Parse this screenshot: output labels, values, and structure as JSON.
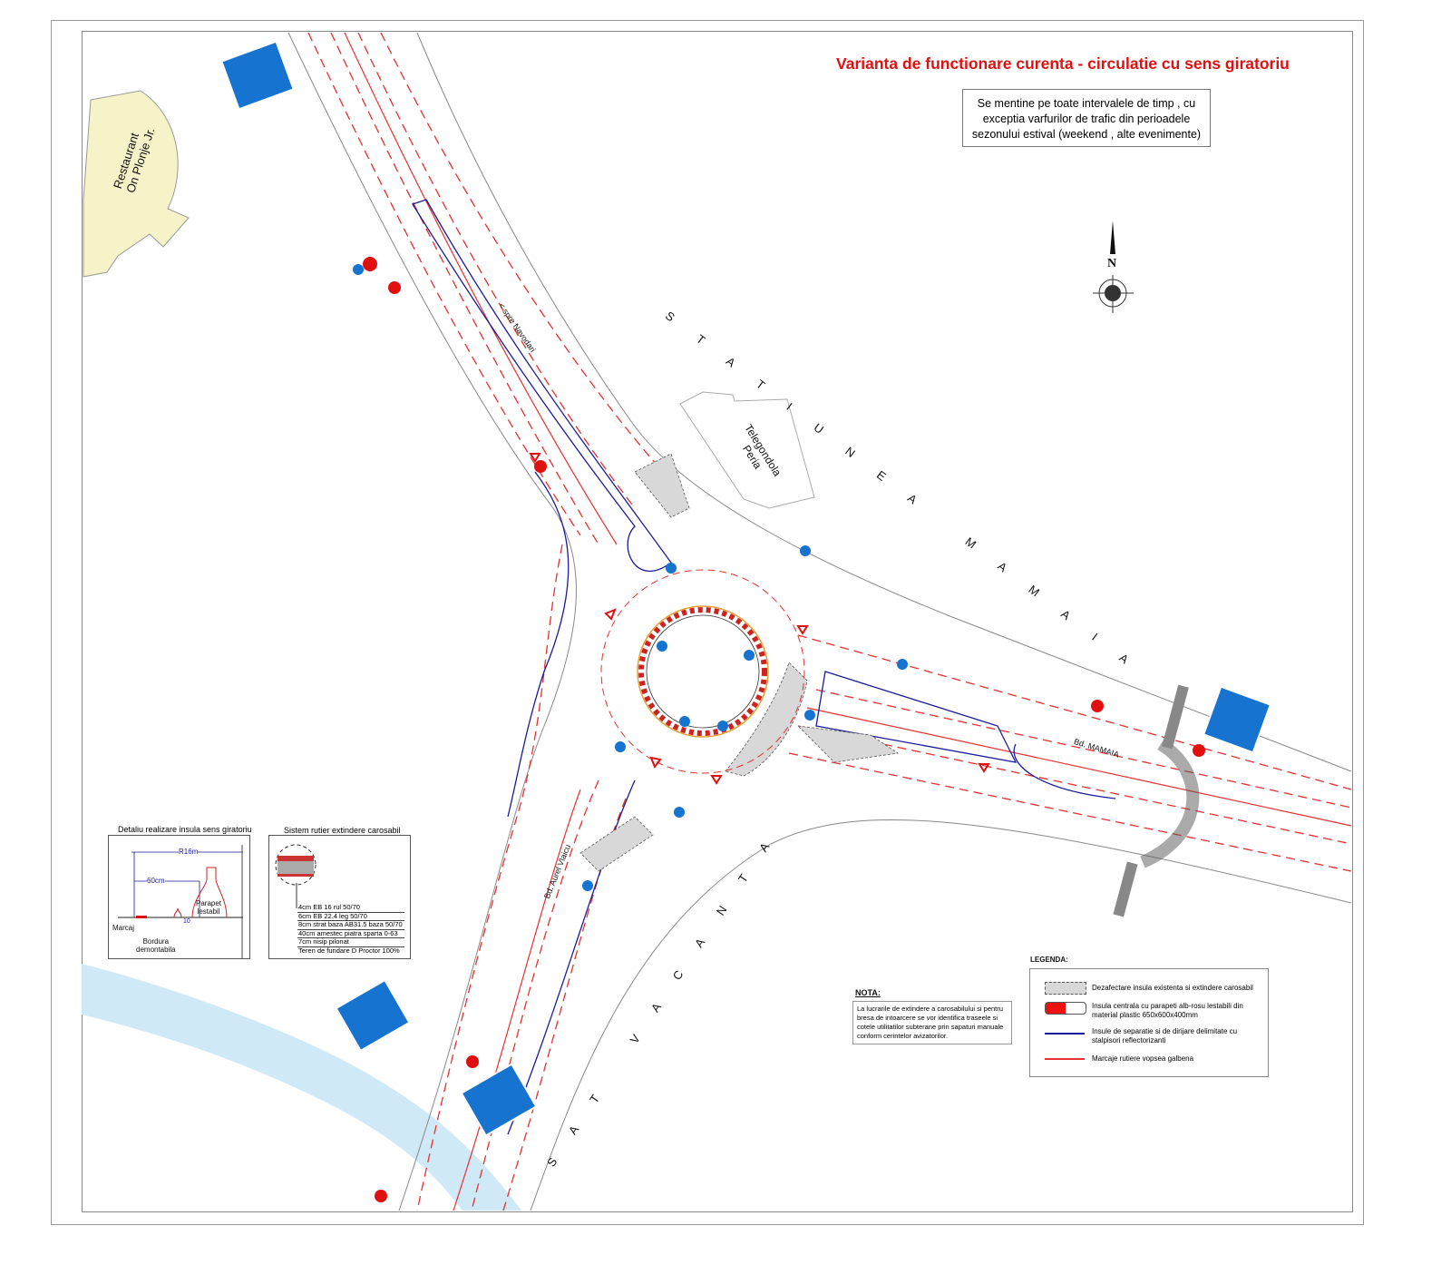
{
  "title": "Varianta de functionare curenta - circulatie cu sens giratoriu",
  "note_box": {
    "lines": [
      "Se mentine pe toate intervalele de timp , cu",
      "exceptia varfurilor de trafic din perioadele",
      "sezonului estival (weekend , alte evenimente)"
    ]
  },
  "north_label": "N",
  "map_labels": {
    "statiunea": "STATIUNEA MAMAIA",
    "sat_vacanta": "SAT VACANTA",
    "restaurant_1": "Restaurant",
    "restaurant_2": "On Plonje Jr.",
    "telegondola_1": "Telegondola",
    "telegondola_2": "Peria",
    "spre_navodari": "< spre Navodari",
    "bd_mamaia": "Bd. MAMAIA",
    "bd_aurel_vlaicu": "Bd. Aurel Vlaicu"
  },
  "detail_insula": {
    "title": "Detaliu realizare insula sens giratoriu",
    "r_label": "R16m",
    "dist_label": "60cm",
    "gap_label": "10",
    "parapet_1": "Parapet",
    "parapet_2": "lestabil",
    "marcaj": "Marcaj",
    "bordura_1": "Bordura",
    "bordura_2": "demontabila"
  },
  "detail_sistem": {
    "title": "Sistem rutier extindere carosabil",
    "layers": [
      "4cm EB 16 rul 50/70",
      "6cm EB 22.4 leg 50/70",
      "8cm strat baza AB31.5 baza 50/70",
      "40cm amestec piatra sparta 0-63",
      "7cm nisip pilonat",
      "Teren de fundare D Proctor 100%"
    ]
  },
  "nota": {
    "heading": "NOTA:",
    "text": "La lucrarile de extindere a carosabilului si pentru bresa de intoarcere se vor identifica traseele si cotele utilitatilor subterane prin sapaturi manuale conform cerintelor avizatorilor."
  },
  "legend": {
    "heading": "LEGENDA:",
    "items": [
      {
        "label": "Dezafectare insula existenta si extindere carosabil",
        "symbol": "grey-dashed-area"
      },
      {
        "label": "Insula centrala cu parapeti alb-rosu lestabili din material plastic 650x600x400mm",
        "symbol": "red-white-barrier"
      },
      {
        "label": "Insule de separatie si de dirijare delimitate cu stalpisori reflectorizanti",
        "symbol": "blue-line"
      },
      {
        "label": "Marcaje rutiere vopsea galbena",
        "symbol": "red-line"
      }
    ]
  },
  "colors": {
    "title": "#e01010",
    "marking": "#e83030",
    "separator": "#1a1a9a",
    "sign_blue": "#1673d0",
    "water": "#cfe9f7",
    "building": "#f7f3c8",
    "removed_island": "#d8d8d8"
  }
}
